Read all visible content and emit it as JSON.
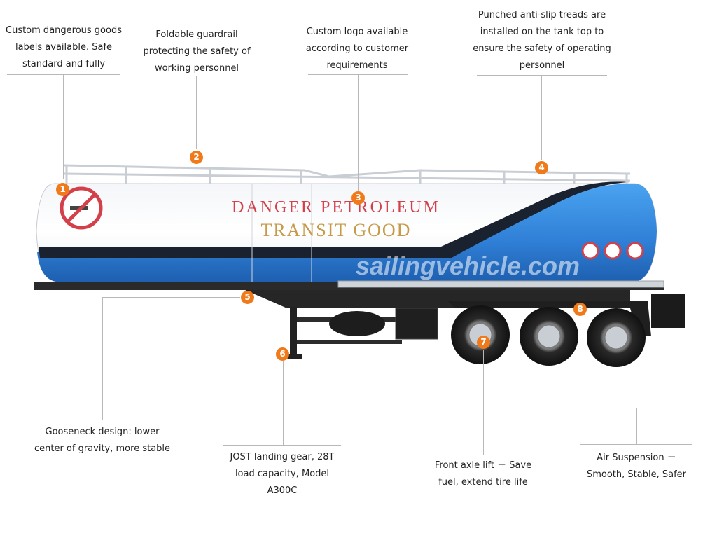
{
  "callouts": {
    "c1": "Custom dangerous goods labels available. Safe standard and fully",
    "c2": "Foldable guardrail protecting the safety of working personnel",
    "c3": "Custom logo available according to customer requirements",
    "c4": "Punched anti-slip treads are installed on the tank top to ensure the safety of operating personnel",
    "c5": "Gooseneck design: lower center of gravity, more stable",
    "c6": "JOST landing gear, 28T load capacity, Model A300C",
    "c7": "Front axle lift － Save fuel, extend tire life",
    "c8": "Air Suspension － Smooth, Stable, Safer"
  },
  "badges": [
    "1",
    "2",
    "3",
    "4",
    "5",
    "6",
    "7",
    "8"
  ],
  "tank": {
    "line1": "DANGER PETROLEUM",
    "line2": "TRANSIT GOOD",
    "watermark": "sailingvehicle.com"
  },
  "colors": {
    "badge": "#f07a1a",
    "tank_blue": "#2f7fd6",
    "danger_text": "#d4404a",
    "transit_text": "#c79a4a"
  }
}
